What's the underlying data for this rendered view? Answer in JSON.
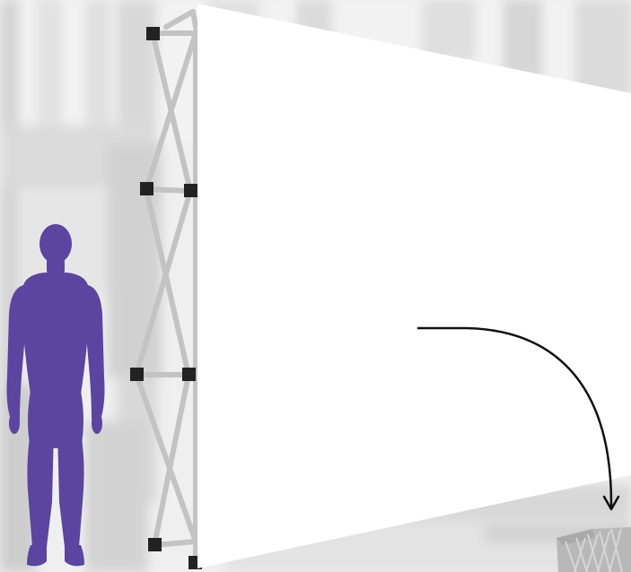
{
  "scene": {
    "background": "grayscale-outdoor-photo",
    "subject": "pop-up-display-frame",
    "panel_state": "unfolding",
    "colors": {
      "photo_light": "#e4e4e4",
      "photo_mid": "#c9c9c9",
      "photo_dark": "#a9a9a9",
      "frame": "#c3c3c3",
      "connector": "#222222",
      "panel": "#ffffff",
      "person": "#5b45a0",
      "arrow": "#111111",
      "folded_unit": "#b5b5b5"
    }
  },
  "icons": {
    "person": "human-scale-silhouette-icon",
    "arrow": "curved-arrow-icon",
    "folded_unit": "folded-frame-icon"
  }
}
